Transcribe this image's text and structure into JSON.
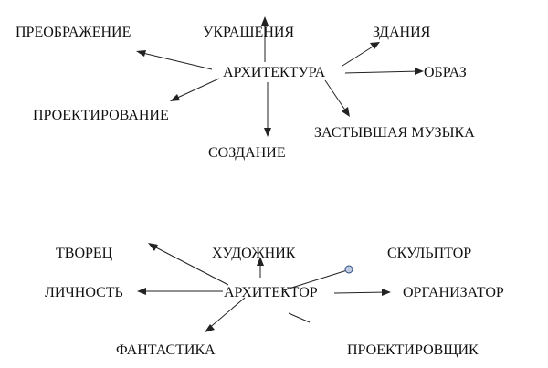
{
  "diagram_top": {
    "center": "АРХИТЕКТУРА",
    "nodes": {
      "preobrazhenie": "ПРЕОБРАЖЕНИЕ",
      "ukrasheniya": "УКРАШЕНИЯ",
      "zdaniya": "ЗДАНИЯ",
      "obraz": "ОБРАЗ",
      "proektirovanie": "ПРОЕКТИРОВАНИЕ",
      "sozdanie": "СОЗДАНИЕ",
      "zastyvshaya": "ЗАСТЫВШАЯ МУЗЫКА"
    }
  },
  "diagram_bottom": {
    "center": "АРХИТЕКТОР",
    "nodes": {
      "tvorets": "ТВОРЕЦ",
      "khudozhnik": "ХУДОЖНИК",
      "skulptor": "СКУЛЬПТОР",
      "lichnost": "ЛИЧНОСТЬ",
      "organizator": "ОРГАНИЗАТОР",
      "fantastika": "ФАНТАСТИКА",
      "proektirovshchik": "ПРОЕКТИРОВЩИК"
    }
  }
}
